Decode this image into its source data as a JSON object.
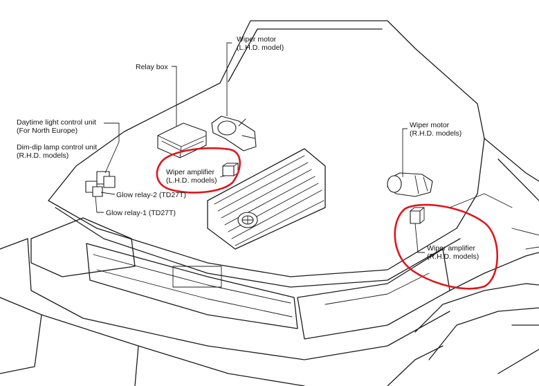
{
  "labels": {
    "wiper_motor_lhd": [
      "Wiper motor",
      "(L.H.D. model)"
    ],
    "relay_box": [
      "Relay box"
    ],
    "daytime_light": [
      "Daytime light control unit",
      "(For North Europe)"
    ],
    "dim_dip": [
      "Dim-dip lamp control unit",
      "(R.H.D. models)"
    ],
    "wiper_amp_lhd": [
      "Wiper amplifier",
      "(L.H.D. models)"
    ],
    "glow_relay_2": [
      "Glow relay-2 (TD27T)"
    ],
    "glow_relay_1": [
      "Glow relay-1 (TD27T)"
    ],
    "wiper_motor_rhd": [
      "Wiper motor",
      "(R.H.D. models)"
    ],
    "wiper_amp_rhd": [
      "Wiper amplifier",
      "(R.H.D. models)"
    ]
  },
  "colors": {
    "highlight": "#e0141c",
    "line": "#1a1a1a"
  }
}
